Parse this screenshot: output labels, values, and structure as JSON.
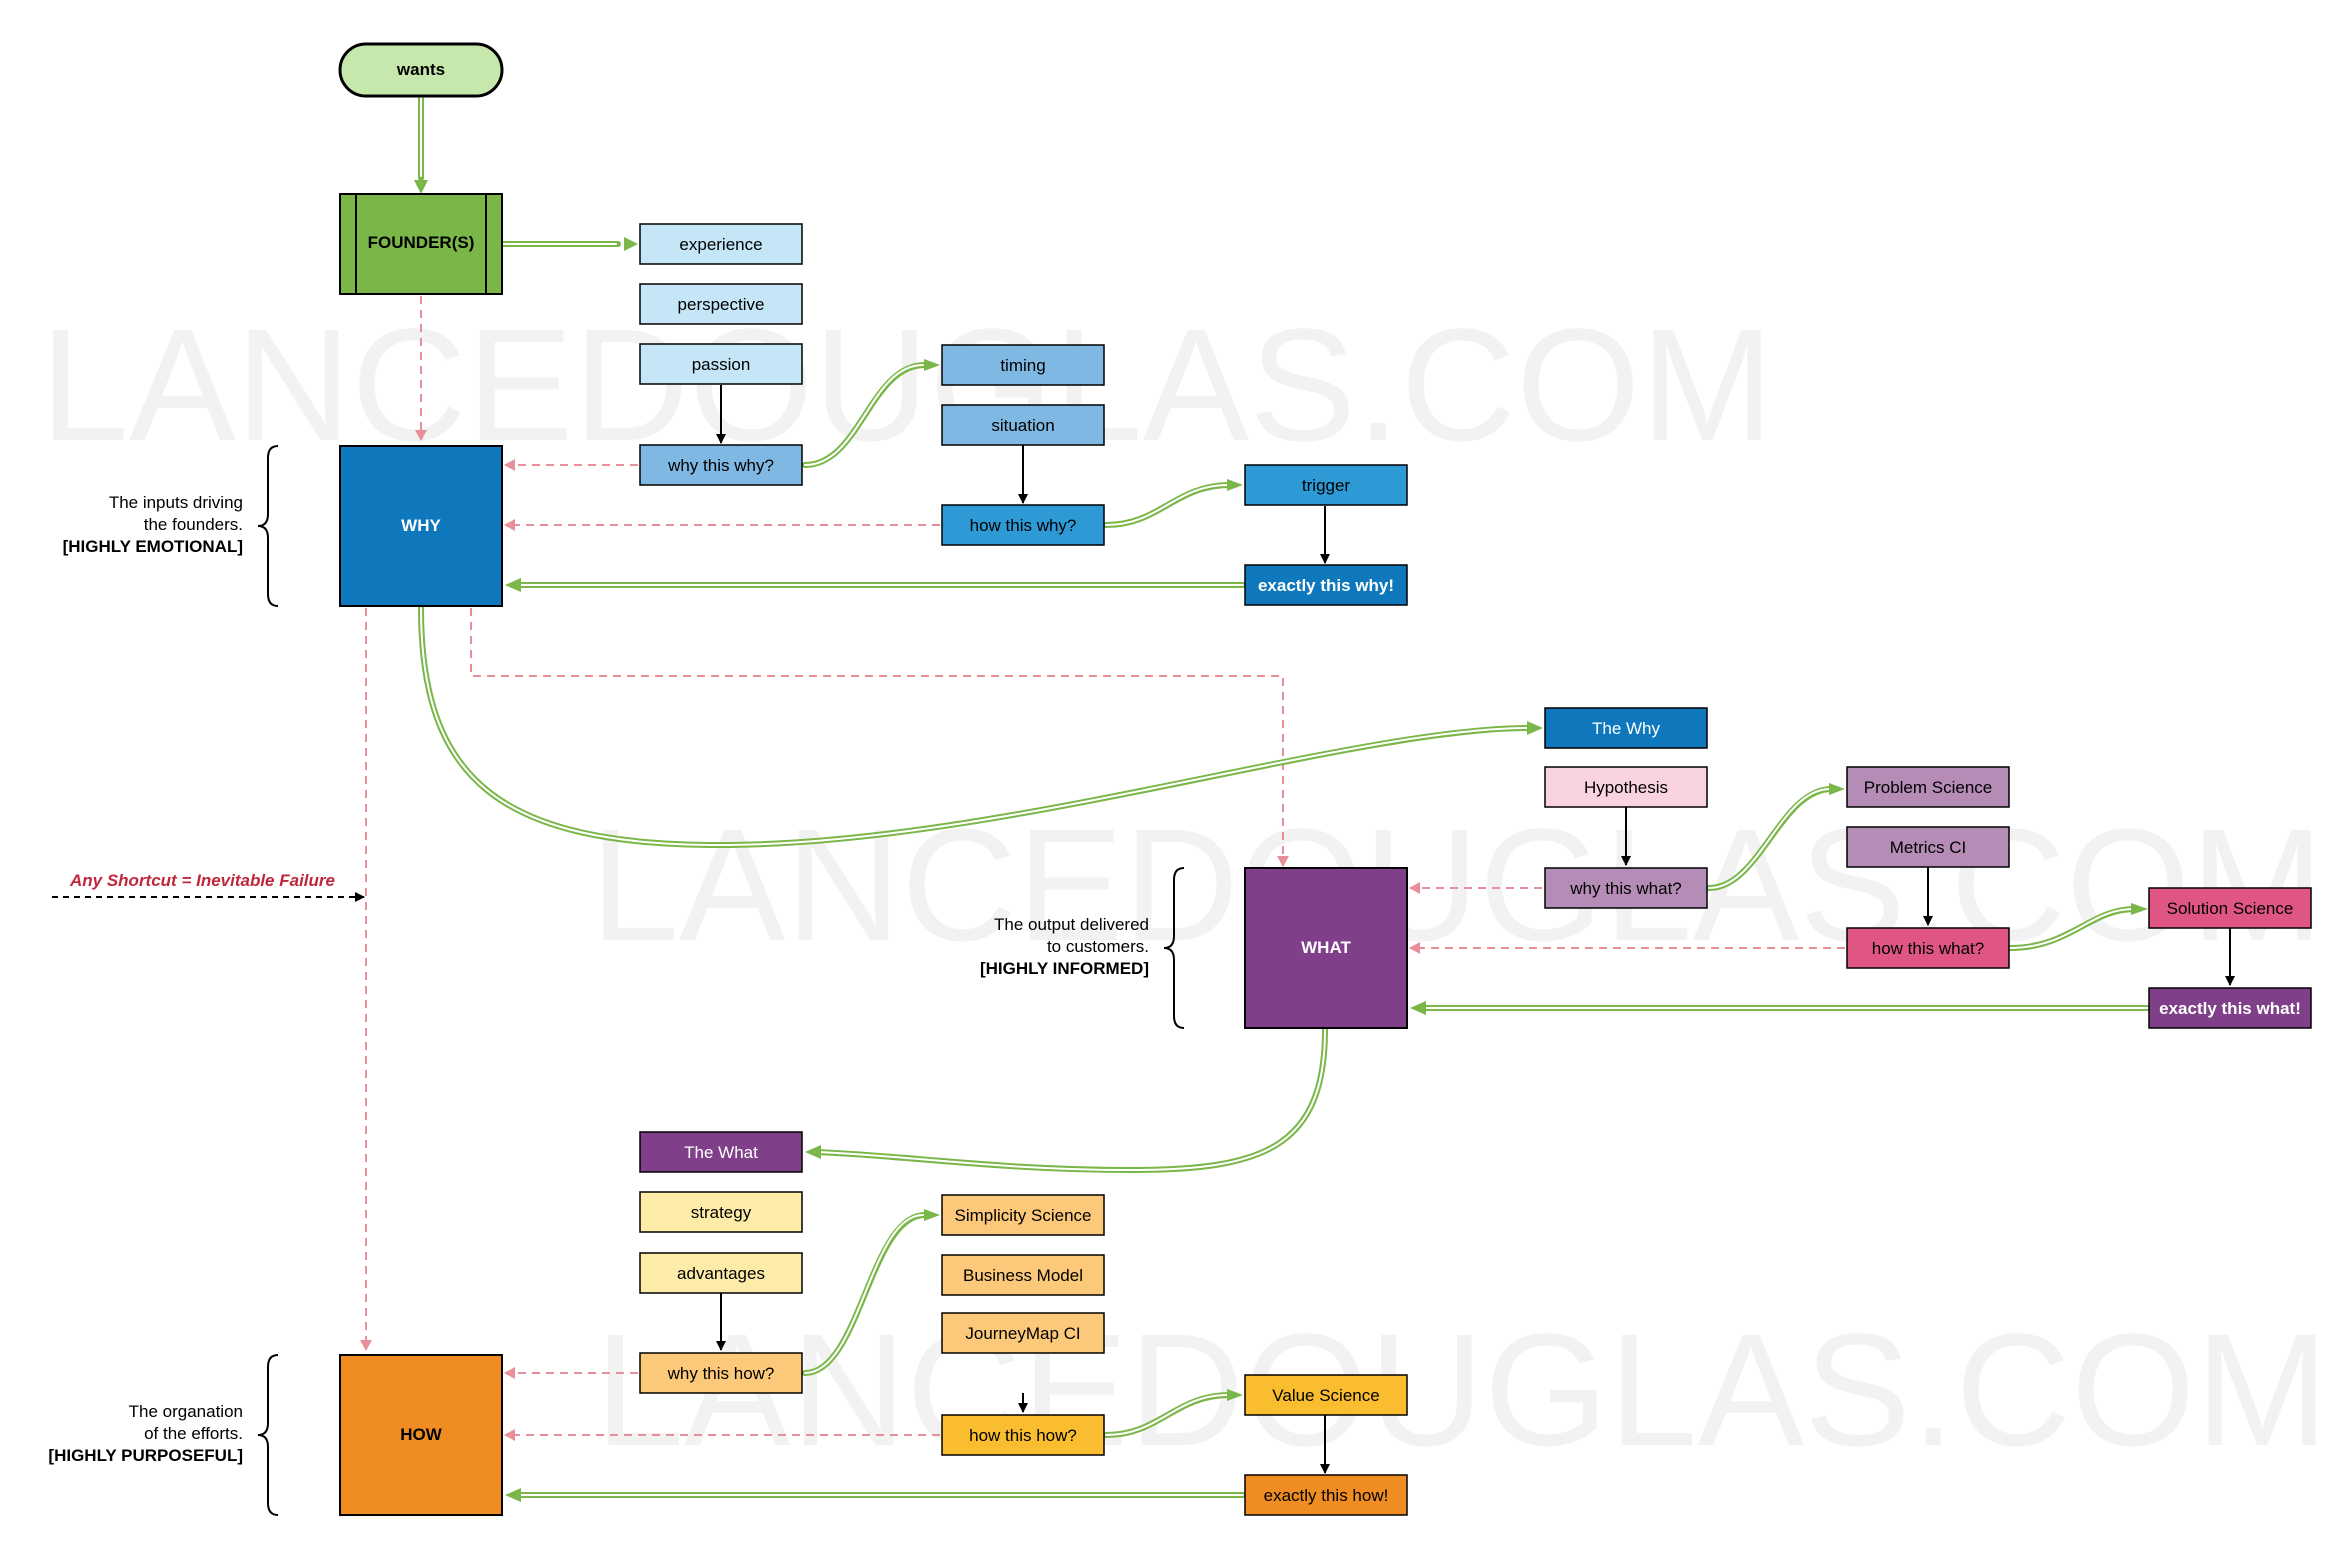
{
  "watermark": "LANCEDOUGLAS.COM",
  "colors": {
    "green_arrow": "#7ab648",
    "pink_dash": "#e8909a",
    "why_dark": "#0f78bc",
    "what_dark": "#804089",
    "how_dark": "#ef8d22",
    "founder": "#7ab648"
  },
  "nodes": {
    "wants": "wants",
    "founders": "FOUNDER(S)",
    "why": "WHY",
    "what": "WHAT",
    "how": "HOW",
    "experience": "experience",
    "perspective": "perspective",
    "passion": "passion",
    "why_this_why": "why this why?",
    "timing": "timing",
    "situation": "situation",
    "how_this_why": "how this why?",
    "trigger": "trigger",
    "exactly_this_why": "exactly this why!",
    "the_why": "The Why",
    "hypothesis": "Hypothesis",
    "why_this_what": "why this what?",
    "problem_science": "Problem Science",
    "metrics_ci": "Metrics CI",
    "how_this_what": "how this what?",
    "solution_science": "Solution Science",
    "exactly_this_what": "exactly this what!",
    "the_what": "The What",
    "strategy": "strategy",
    "advantages": "advantages",
    "why_this_how": "why this how?",
    "simplicity_science": "Simplicity Science",
    "business_model": "Business Model",
    "journeymap_ci": "JourneyMap CI",
    "how_this_how": "how this how?",
    "value_science": "Value Science",
    "exactly_this_how": "exactly this how!"
  },
  "notes": {
    "why": [
      "The inputs driving",
      "the founders.",
      "[HIGHLY EMOTIONAL]"
    ],
    "what": [
      "The output delivered",
      "to customers.",
      "[HIGHLY INFORMED]"
    ],
    "how": [
      "The organation",
      "of the efforts.",
      "[HIGHLY PURPOSEFUL]"
    ],
    "shortcut": "Any Shortcut = Inevitable Failure"
  }
}
